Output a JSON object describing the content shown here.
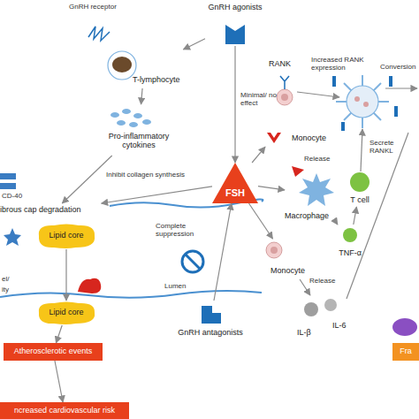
{
  "diagram": {
    "nodes": [
      {
        "text": [
          "GnRH agonists"
        ]
      },
      {
        "text": [
          "T-lymphocyte"
        ]
      },
      {
        "text": [
          "Pro-inflammatory cytokines"
        ]
      },
      {
        "text": [
          "FSH"
        ]
      },
      {
        "text": [
          "RANK",
          "Monocyte"
        ]
      },
      {
        "text": [
          "Macrophage"
        ]
      },
      {
        "text": [
          "T cell"
        ]
      },
      {
        "text": [
          "TNF-α"
        ]
      },
      {
        "text": [
          "Monocyte"
        ]
      },
      {
        "text": [
          "IL-β",
          "IL-6"
        ]
      },
      {
        "text": [
          "GnRH antagonists"
        ]
      },
      {
        "text": [
          "ibrous cap degradation"
        ]
      },
      {
        "text": [
          "Lipid core"
        ]
      },
      {
        "text": [
          "Lipid core"
        ]
      },
      {
        "text": [
          "Atherosclerotic events"
        ]
      },
      {
        "text": [
          "ncreased cardiovascular risk"
        ]
      },
      {
        "text": [
          "Fra"
        ]
      }
    ],
    "edges": [
      {
        "from": 0,
        "to": 1,
        "arrow": "to"
      },
      {
        "from": 0,
        "to": 3,
        "arrow": "to",
        "label": "Minimal/ no effect"
      },
      {
        "from": 1,
        "to": 2,
        "arrow": "to"
      },
      {
        "from": 2,
        "to": 11,
        "arrow": "to",
        "label": "Inhibit collagen synthesis"
      },
      {
        "from": 3,
        "to": 11,
        "arrow": "to"
      },
      {
        "from": 3,
        "to": 4,
        "arrow": "to"
      },
      {
        "from": 3,
        "to": 5,
        "arrow": "to"
      },
      {
        "from": 3,
        "to": 8,
        "arrow": "to"
      },
      {
        "from": 5,
        "to": 7,
        "arrow": "to"
      },
      {
        "from": 7,
        "to": 6,
        "arrow": "to"
      },
      {
        "from": 8,
        "to": 9,
        "arrow": "to",
        "label": "Release"
      },
      {
        "from": 10,
        "to": 3,
        "arrow": "to",
        "label": "Complete suppression"
      },
      {
        "from": 12,
        "to": 13,
        "arrow": "to"
      },
      {
        "from": 13,
        "to": 14,
        "arrow": "to"
      },
      {
        "from": 14,
        "to": 15,
        "arrow": "to"
      }
    ],
    "labels": [
      "GnRH receptor",
      "CD-40",
      "Increased RANK expression",
      "Conversion",
      "Release",
      "Secrete RANKL",
      "Lumen",
      "el/",
      "ity"
    ]
  }
}
